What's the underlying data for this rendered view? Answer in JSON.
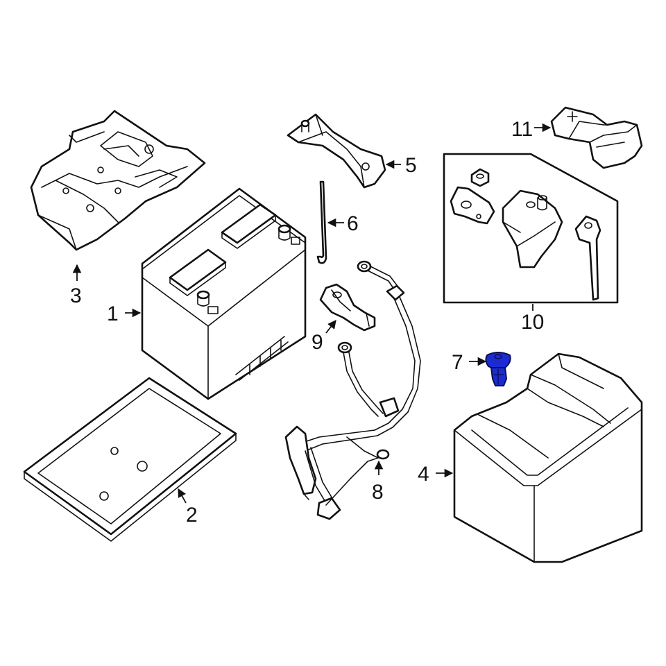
{
  "diagram": {
    "callouts": [
      {
        "id": "1",
        "label": "1"
      },
      {
        "id": "2",
        "label": "2"
      },
      {
        "id": "3",
        "label": "3"
      },
      {
        "id": "4",
        "label": "4"
      },
      {
        "id": "5",
        "label": "5"
      },
      {
        "id": "6",
        "label": "6"
      },
      {
        "id": "7",
        "label": "7"
      },
      {
        "id": "8",
        "label": "8"
      },
      {
        "id": "9",
        "label": "9"
      },
      {
        "id": "10",
        "label": "10"
      },
      {
        "id": "11",
        "label": "11"
      }
    ],
    "highlighted_part": "7",
    "colors": {
      "line": "#111111",
      "background": "#ffffff",
      "highlight": "#1c2bd1"
    }
  }
}
